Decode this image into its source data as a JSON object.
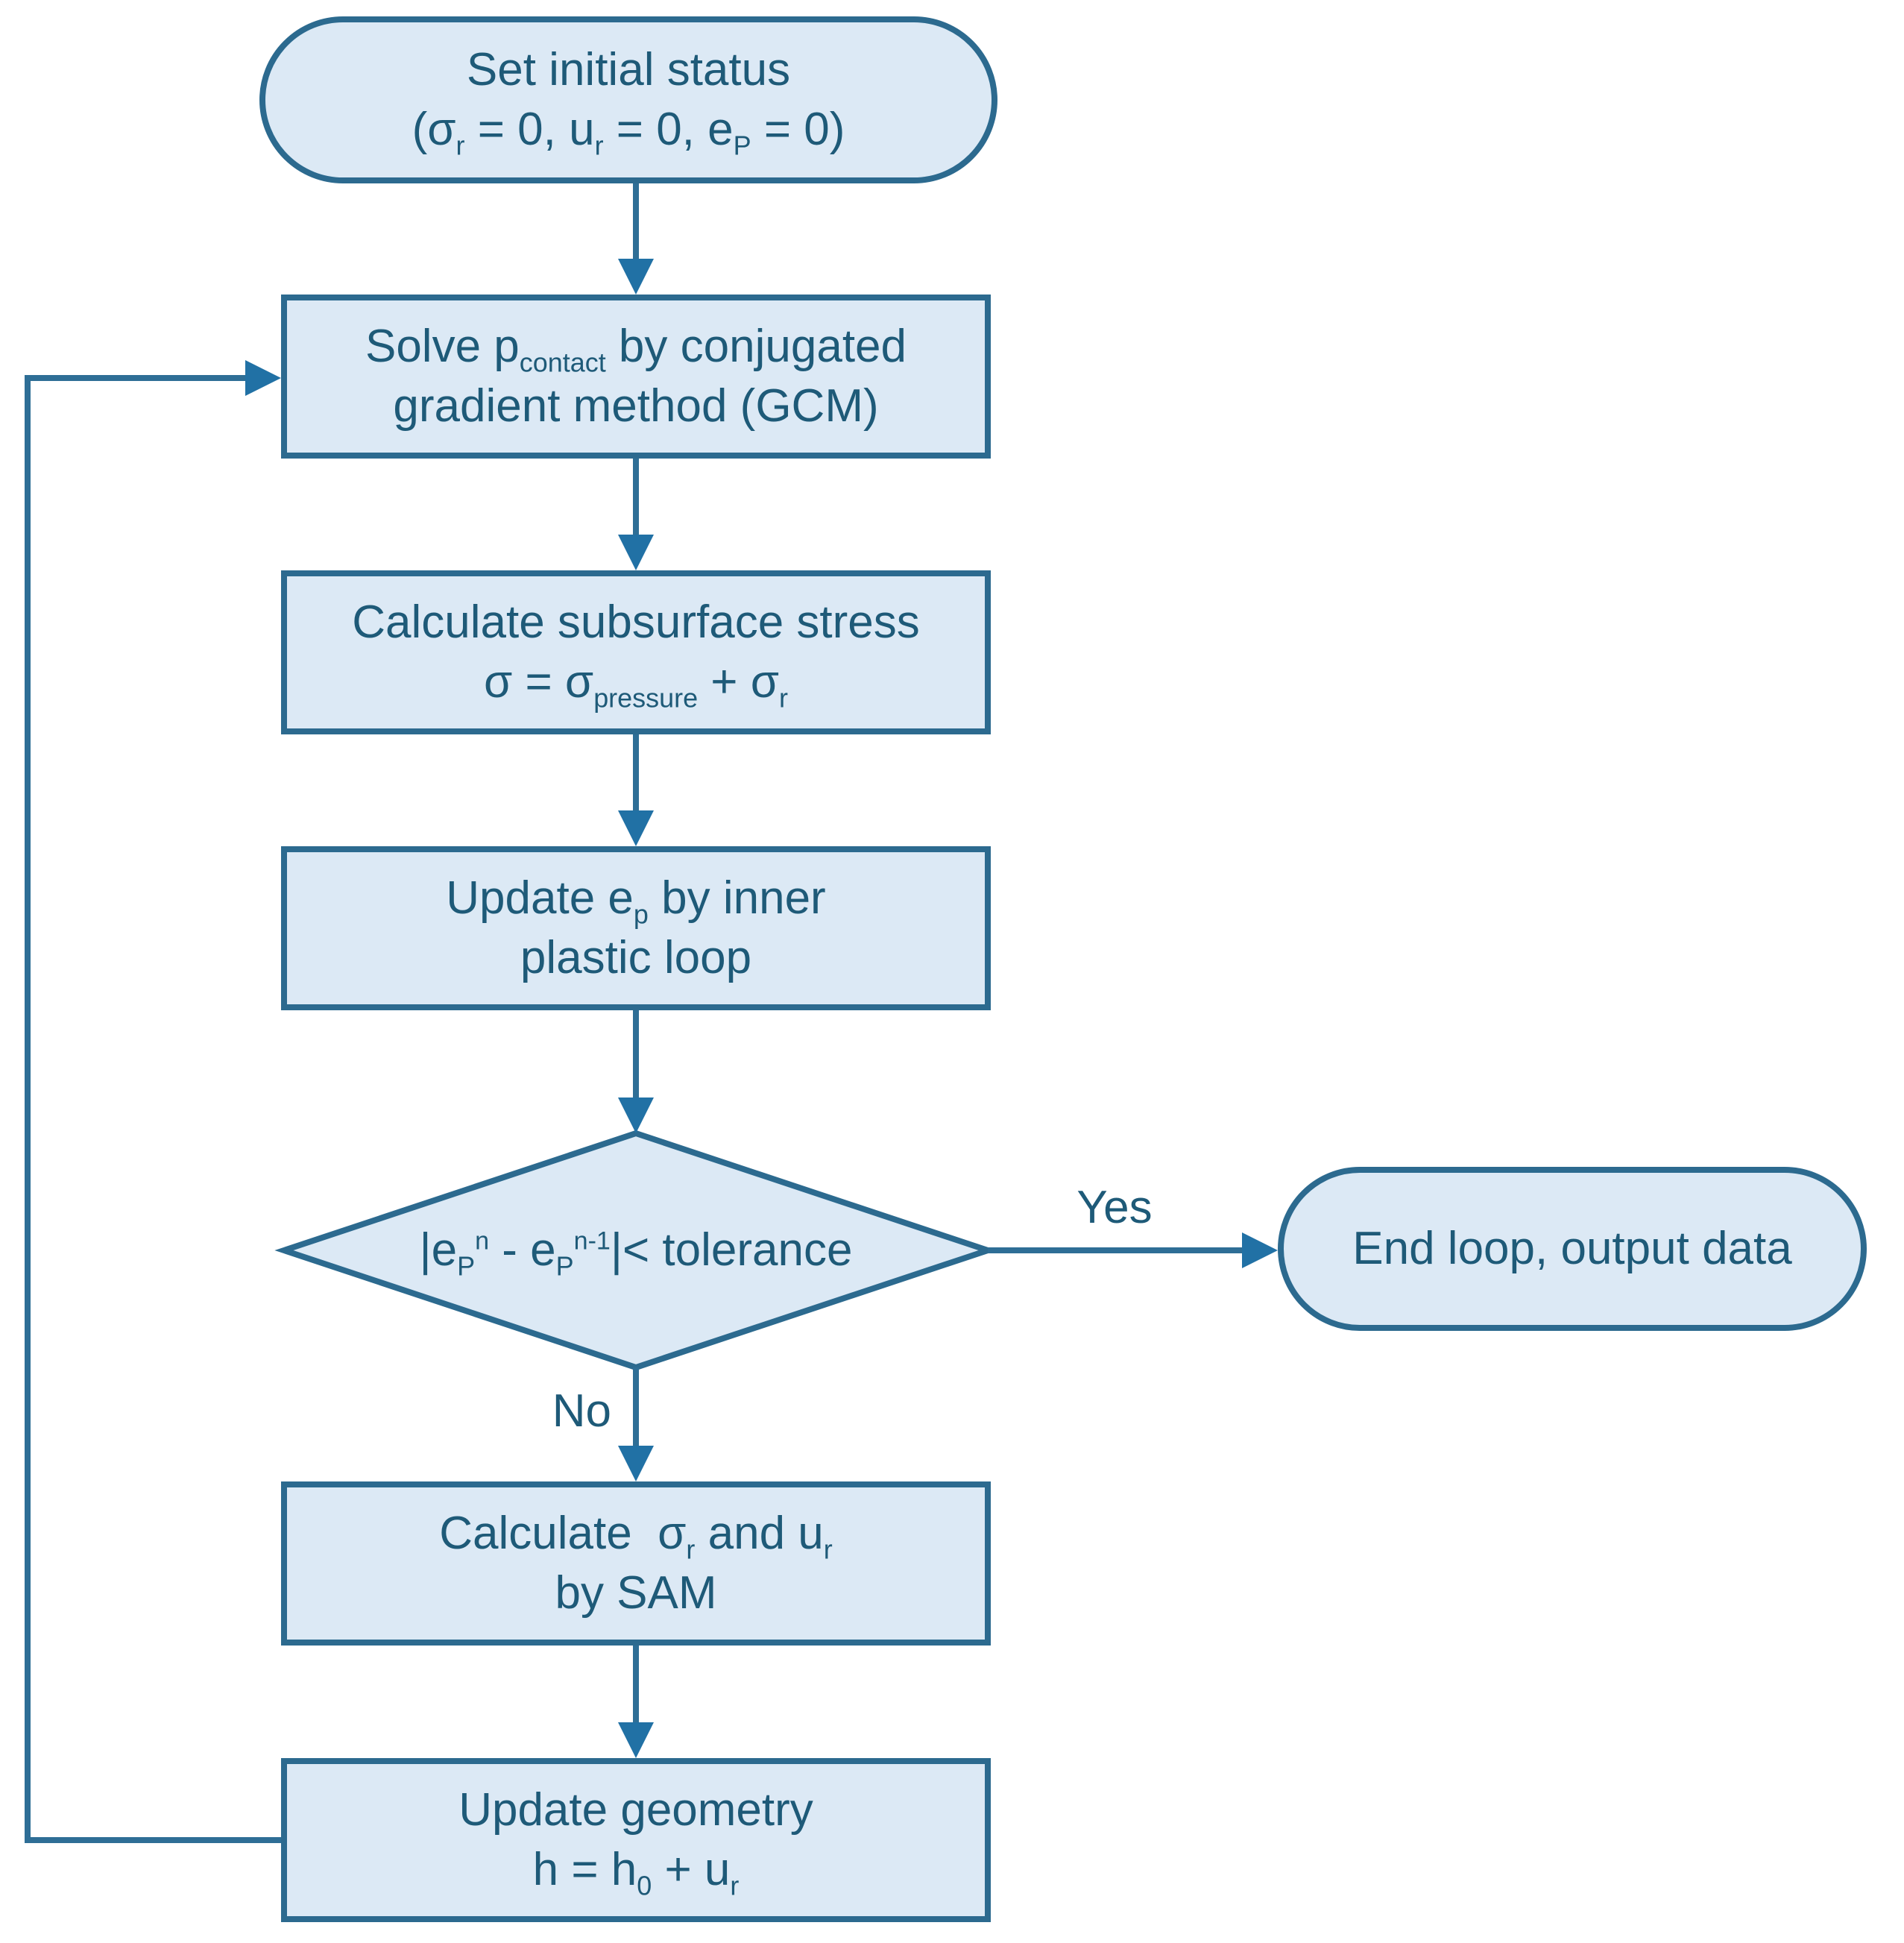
{
  "colors": {
    "background": "#ffffff",
    "node_fill": "#dce9f5",
    "node_stroke": "#2c6a8f",
    "text": "#1e5a78",
    "line": "#2e6e96",
    "arrowhead": "#2171a5"
  },
  "nodes": {
    "start": {
      "shape": "stadium",
      "lines": [
        [
          {
            "t": "Set initial status"
          }
        ],
        [
          {
            "t": "(σ"
          },
          {
            "sub": "r"
          },
          {
            "t": " = 0, u"
          },
          {
            "sub": "r"
          },
          {
            "t": " = 0, e"
          },
          {
            "sub": "P"
          },
          {
            "t": " = 0)"
          }
        ]
      ]
    },
    "solve_contact": {
      "shape": "rect",
      "lines": [
        [
          {
            "t": "Solve p"
          },
          {
            "sub": "contact"
          },
          {
            "t": " by conjugated"
          }
        ],
        [
          {
            "t": "gradient method (GCM)"
          }
        ]
      ]
    },
    "subsurface_stress": {
      "shape": "rect",
      "lines": [
        [
          {
            "t": "Calculate subsurface stress"
          }
        ],
        [
          {
            "t": "σ = σ"
          },
          {
            "sub": "pressure"
          },
          {
            "t": " + σ"
          },
          {
            "sub": "r"
          }
        ]
      ]
    },
    "plastic_loop": {
      "shape": "rect",
      "lines": [
        [
          {
            "t": "Update e"
          },
          {
            "sub": "p"
          },
          {
            "t": " by inner"
          }
        ],
        [
          {
            "t": "plastic loop"
          }
        ]
      ]
    },
    "tolerance_decision": {
      "shape": "diamond",
      "lines": [
        [
          {
            "t": "|e"
          },
          {
            "sub": "P"
          },
          {
            "sup": "n"
          },
          {
            "t": " - e"
          },
          {
            "sub": "P"
          },
          {
            "sup": "n-1"
          },
          {
            "t": "|< tolerance"
          }
        ]
      ]
    },
    "end_loop": {
      "shape": "stadium",
      "lines": [
        [
          {
            "t": "End loop, output data"
          }
        ]
      ]
    },
    "sam": {
      "shape": "rect",
      "lines": [
        [
          {
            "t": "Calculate  σ"
          },
          {
            "sub": "r"
          },
          {
            "t": " and u"
          },
          {
            "sub": "r"
          }
        ],
        [
          {
            "t": "by SAM"
          }
        ]
      ]
    },
    "update_geometry": {
      "shape": "rect",
      "lines": [
        [
          {
            "t": "Update geometry"
          }
        ],
        [
          {
            "t": "h = h"
          },
          {
            "sub": "0"
          },
          {
            "t": " + u"
          },
          {
            "sub": "r"
          }
        ]
      ]
    }
  },
  "edge_labels": {
    "yes": "Yes",
    "no": "No"
  }
}
